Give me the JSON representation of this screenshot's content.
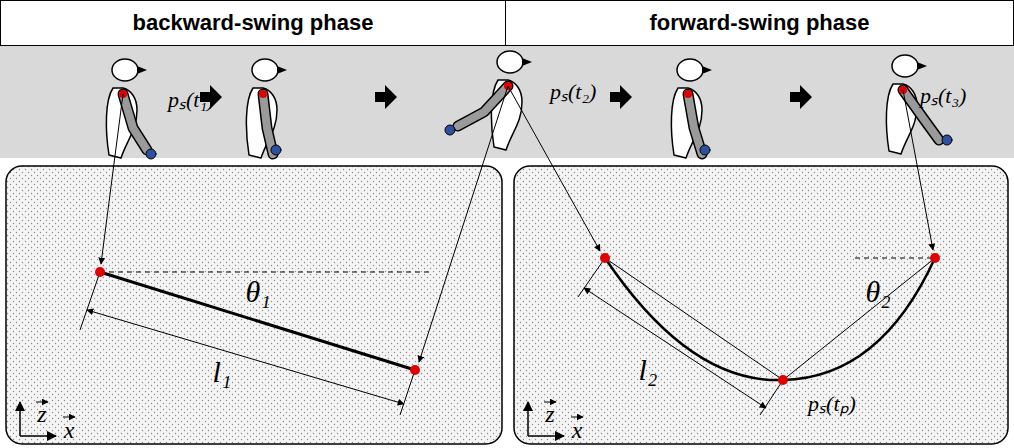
{
  "diagram": {
    "nodes": [
      {
        "text": [
          "backward-swing phase"
        ]
      },
      {
        "text": [
          "forward-swing phase"
        ]
      }
    ],
    "labels": [
      "pₛ(t₁)",
      "pₛ(t₂)",
      "pₛ(t₃)",
      "θ₁",
      "l₁",
      "z",
      "x",
      "θ₂",
      "l₂",
      "pₛ(tₚ)",
      "z",
      "x"
    ]
  }
}
